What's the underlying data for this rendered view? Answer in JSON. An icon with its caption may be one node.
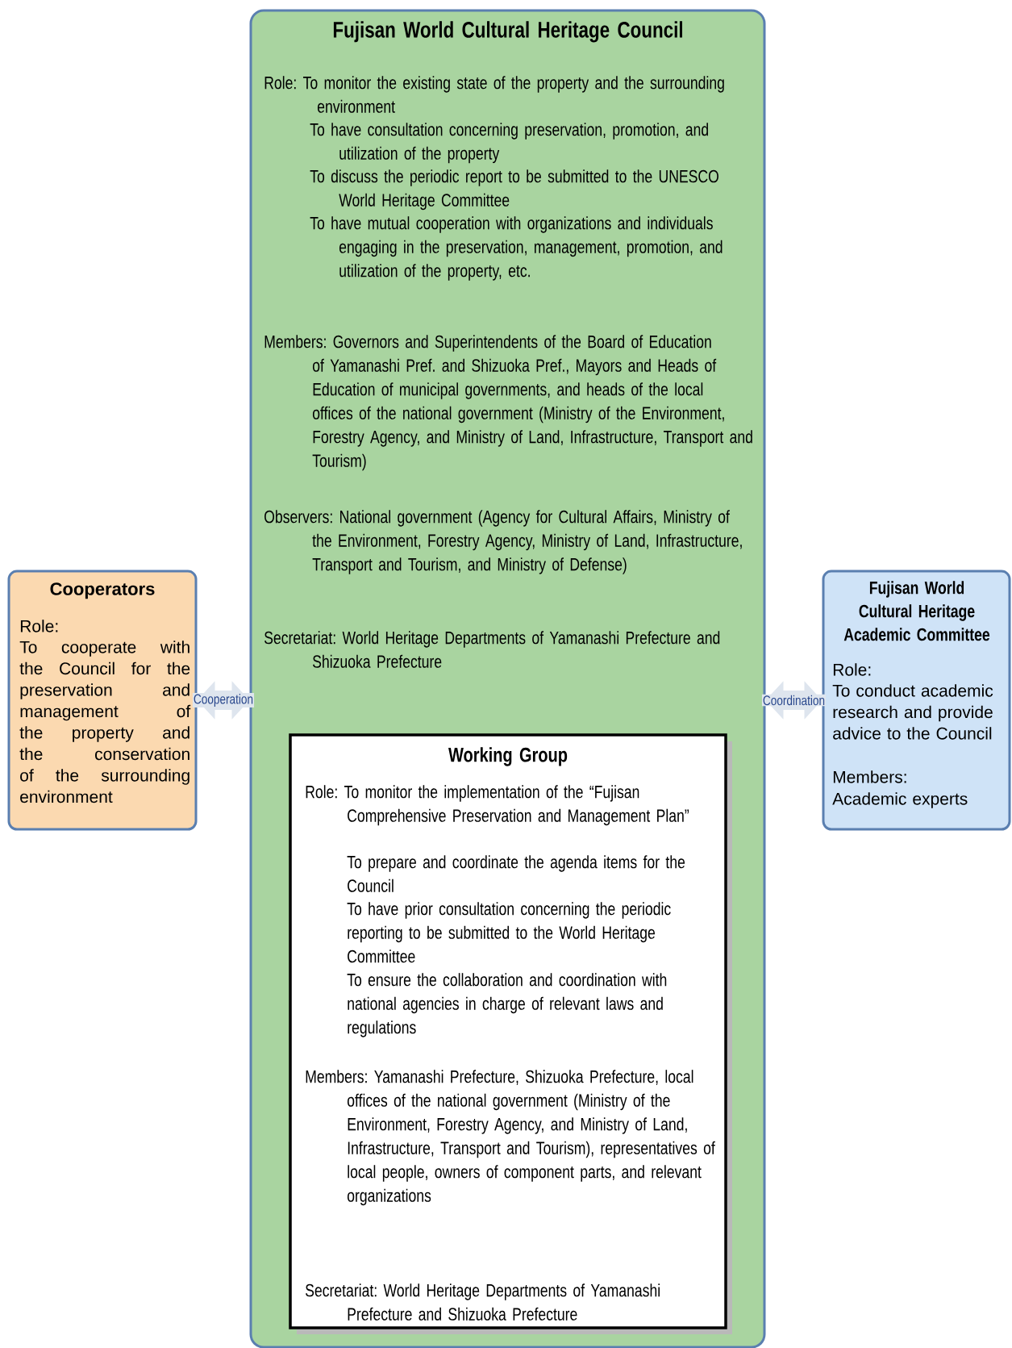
{
  "diagram": {
    "nodes": [
      {
        "text": [
          "Fujisan World Cultural Heritage Council",
          "Role: To monitor the existing state of the property and the surrounding environment",
          "To have consultation concerning preservation, promotion, and utilization of the property",
          "To discuss the periodic report to be submitted to the UNESCO World Heritage Committee",
          "To have mutual cooperation with organizations and individuals engaging in the preservation, management, promotion, and utilization of the property, etc.",
          "Members: Governors and Superintendents of the Board of Education of Yamanashi Pref. and Shizuoka Pref., Mayors and Heads of Education of municipal governments, and heads of the local offices of the national government (Ministry of the Environment, Forestry Agency, and Ministry of Land, Infrastructure, Transport and Tourism)",
          "Observers: National government (Agency for Cultural Affairs, Ministry of the Environment, Forestry Agency, Ministry of Land, Infrastructure, Transport and Tourism, and Ministry of Defense)",
          "Secretariat: World Heritage Departments of Yamanashi Prefecture and Shizuoka Prefecture"
        ]
      },
      {
        "text": [
          "Cooperators",
          "Role:",
          "To cooperate with the Council for the preservation and management of the property and the conservation of the surrounding environment"
        ]
      },
      {
        "text": [
          "Fujisan World Cultural Heritage Academic Committee",
          "Role:",
          "To conduct academic research and provide advice to the Council",
          "Members:",
          "Academic experts"
        ]
      },
      {
        "text": [
          "Working Group",
          "Role: To monitor the implementation of the “Fujisan Comprehensive Preservation and Management Plan”",
          "To prepare and coordinate the agenda items for the Council",
          "To have prior consultation concerning the periodic reporting to be submitted to the World Heritage Committee",
          "To ensure the collaboration and coordination with national agencies in charge of relevant laws and regulations",
          "Members: Yamanashi Prefecture, Shizuoka Prefecture, local offices of the national government (Ministry of the Environment, Forestry Agency, and Ministry of Land, Infrastructure, Transport and Tourism), representatives of local people, owners of component parts, and relevant organizations",
          "Secretariat: World Heritage Departments of Yamanashi Prefecture and Shizuoka Prefecture"
        ],
        "in": 0
      }
    ],
    "edges": [
      {
        "from": 1,
        "to": 0,
        "arrow": "both",
        "label": "Cooperation"
      },
      {
        "from": 0,
        "to": 2,
        "arrow": "both",
        "label": "Coordination"
      }
    ]
  }
}
